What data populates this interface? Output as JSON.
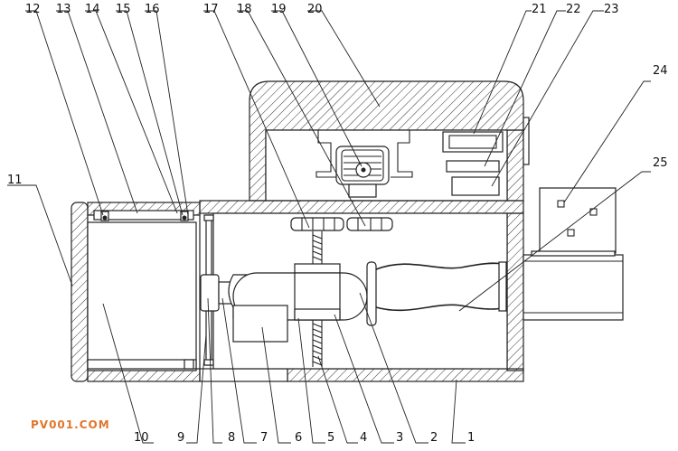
{
  "watermark": "PV001.COM",
  "labels": {
    "n1": "1",
    "n2": "2",
    "n3": "3",
    "n4": "4",
    "n5": "5",
    "n6": "6",
    "n7": "7",
    "n8": "8",
    "n9": "9",
    "n10": "10",
    "n11": "11",
    "n12": "12",
    "n13": "13",
    "n14": "14",
    "n15": "15",
    "n16": "16",
    "n17": "17",
    "n18": "18",
    "n19": "19",
    "n20": "20",
    "n21": "21",
    "n22": "22",
    "n23": "23",
    "n24": "24",
    "n25": "25"
  }
}
